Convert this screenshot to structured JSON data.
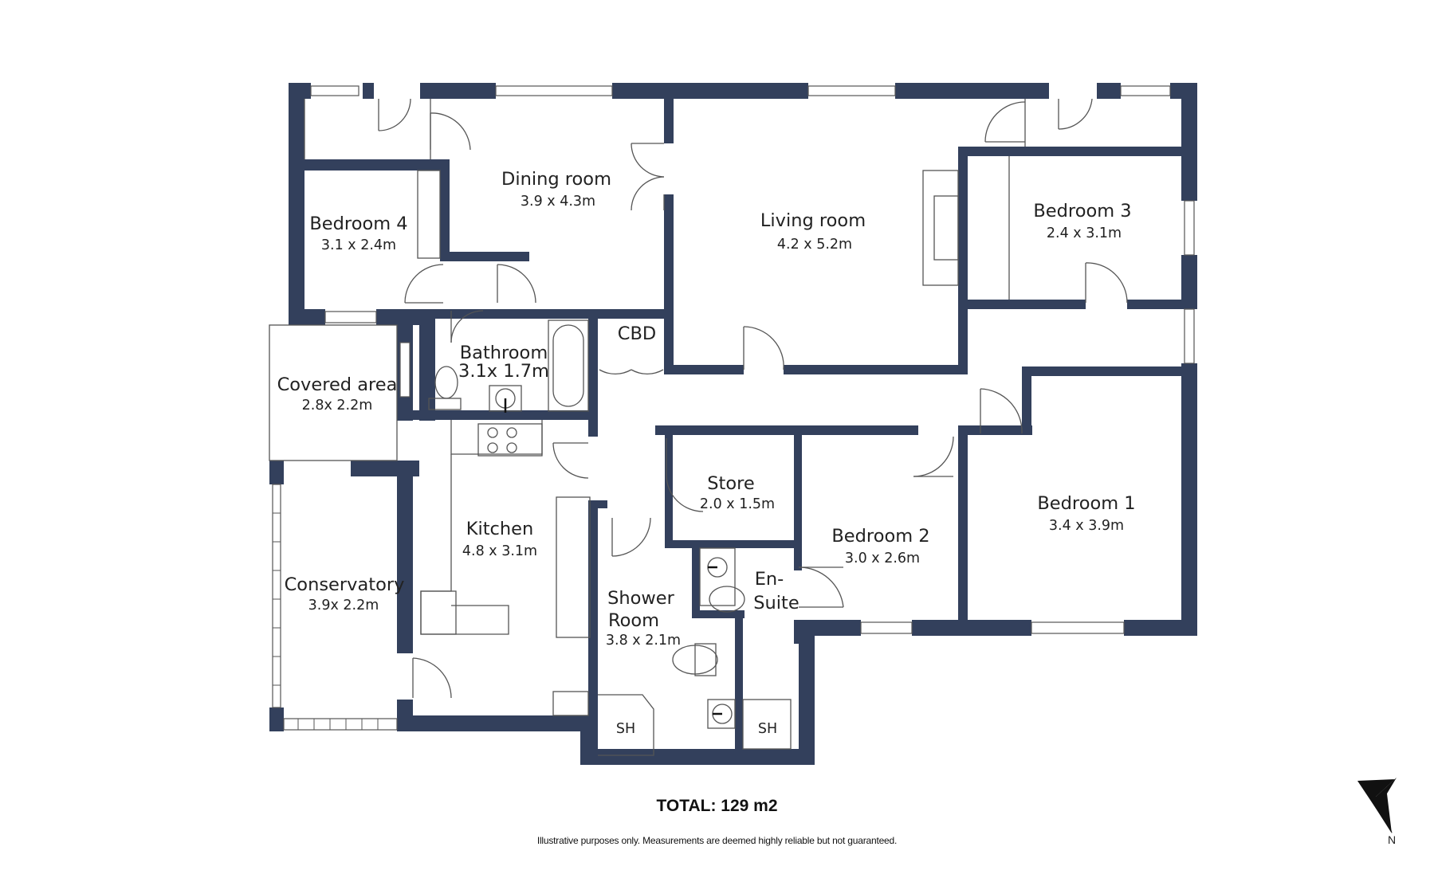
{
  "colors": {
    "wall": "#33405c",
    "line": "#555555",
    "background": "#ffffff"
  },
  "rooms": [
    {
      "id": "dining-room",
      "name": "Dining room",
      "size": "3.9 x 4.3m"
    },
    {
      "id": "living-room",
      "name": "Living room",
      "size": "4.2 x 5.2m"
    },
    {
      "id": "bedroom-3",
      "name": "Bedroom 3",
      "size": "2.4 x 3.1m"
    },
    {
      "id": "bedroom-4",
      "name": "Bedroom 4",
      "size": "3.1 x 2.4m"
    },
    {
      "id": "bathroom",
      "name": "Bathroom",
      "size": "3.1x 1.7m"
    },
    {
      "id": "cbd",
      "name": "CBD",
      "size": ""
    },
    {
      "id": "covered-area",
      "name": "Covered area",
      "size": "2.8x 2.2m"
    },
    {
      "id": "kitchen",
      "name": "Kitchen",
      "size": "4.8 x 3.1m"
    },
    {
      "id": "store",
      "name": "Store",
      "size": "2.0 x 1.5m"
    },
    {
      "id": "bedroom-2",
      "name": "Bedroom 2",
      "size": "3.0 x 2.6m"
    },
    {
      "id": "bedroom-1",
      "name": "Bedroom 1",
      "size": "3.4 x 3.9m"
    },
    {
      "id": "conservatory",
      "name": "Conservatory",
      "size": "3.9x 2.2m"
    },
    {
      "id": "shower-room",
      "name_line1": "Shower",
      "name_line2": "Room",
      "size": "3.8 x 2.1m"
    },
    {
      "id": "en-suite",
      "name_line1": "En-",
      "name_line2": "Suite"
    }
  ],
  "fixtures": {
    "shower_1": "SH",
    "shower_2": "SH"
  },
  "total": "TOTAL: 129 m2",
  "disclaimer": "Illustrative purposes only. Measurements are deemed highly reliable but not guaranteed.",
  "compass": {
    "label": "N",
    "icon": "north-arrow-icon"
  }
}
